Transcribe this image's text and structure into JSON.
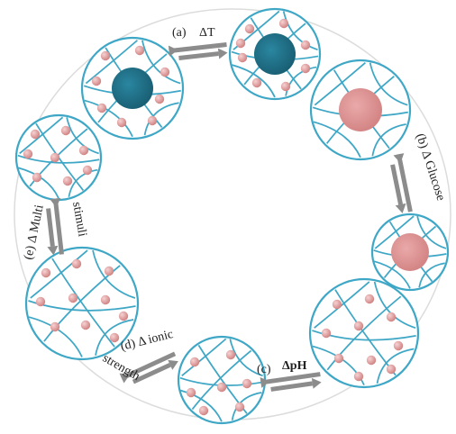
{
  "labels": {
    "a_prefix": "(a)",
    "a_text": "ΔT",
    "b_text": "(b) Δ Glucose",
    "c_prefix": "(c)",
    "c_text": "ΔpH",
    "d_line1": "(d) Δ ionic",
    "d_line2": "strength",
    "e_line1": "(e) Δ Multi",
    "e_line2": "stimuli"
  },
  "colors": {
    "network": "#3fa7c6",
    "particle": "#d98c8c",
    "particle_light": "#eeb9b9",
    "core_dark": "#1f6f87",
    "core_pink": "#d98a8a",
    "arrow": "#8c8c8c",
    "ring": "#d9d9d9"
  },
  "icons": {
    "switch": "double-arrow-icon",
    "gel": "hydrogel-network-icon"
  }
}
